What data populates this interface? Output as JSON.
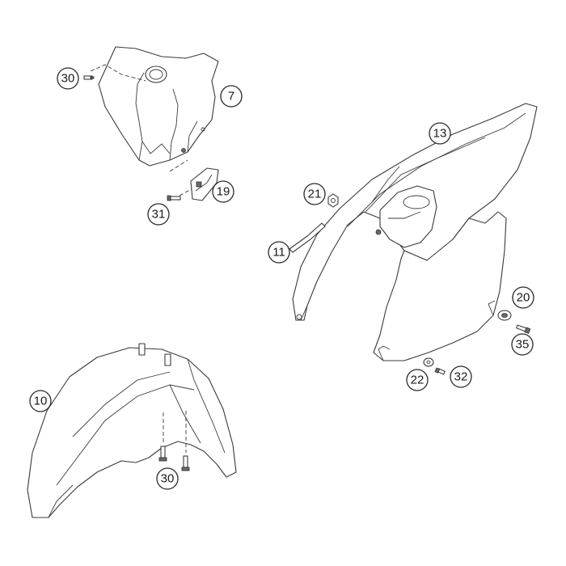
{
  "callouts": [
    {
      "id": "c30a",
      "label": "30"
    },
    {
      "id": "c7",
      "label": "7"
    },
    {
      "id": "c19",
      "label": "19"
    },
    {
      "id": "c31",
      "label": "31"
    },
    {
      "id": "c13",
      "label": "13"
    },
    {
      "id": "c21",
      "label": "21"
    },
    {
      "id": "c11",
      "label": "11"
    },
    {
      "id": "c20",
      "label": "20"
    },
    {
      "id": "c35",
      "label": "35"
    },
    {
      "id": "c22",
      "label": "22"
    },
    {
      "id": "c32",
      "label": "32"
    },
    {
      "id": "c10",
      "label": "10"
    },
    {
      "id": "c30b",
      "label": "30"
    }
  ]
}
